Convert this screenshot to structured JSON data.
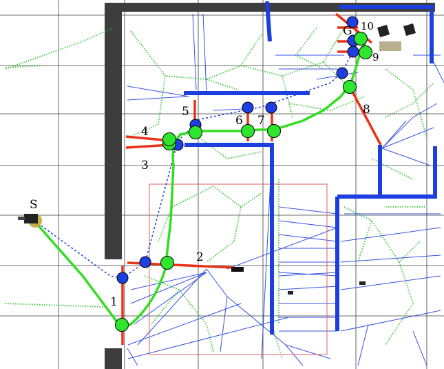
{
  "labels": {
    "start": "S",
    "goal": "G",
    "waypoints": [
      "1",
      "2",
      "3",
      "4",
      "5",
      "6",
      "7",
      "8",
      "9",
      "10"
    ]
  },
  "colors": {
    "walls": "#3d3d3d",
    "free_edges": "#1d3fe0",
    "robot_path": "#33dd22",
    "planned_path": "#1d3fe0",
    "door_lines": "#e8331a",
    "grid": "#1a1a1a",
    "free_space_pattern": "#22bb22",
    "region_box": "#e25c5c"
  },
  "icons": [
    "robot-icon",
    "door-marker-icon",
    "obstacle-icon"
  ]
}
